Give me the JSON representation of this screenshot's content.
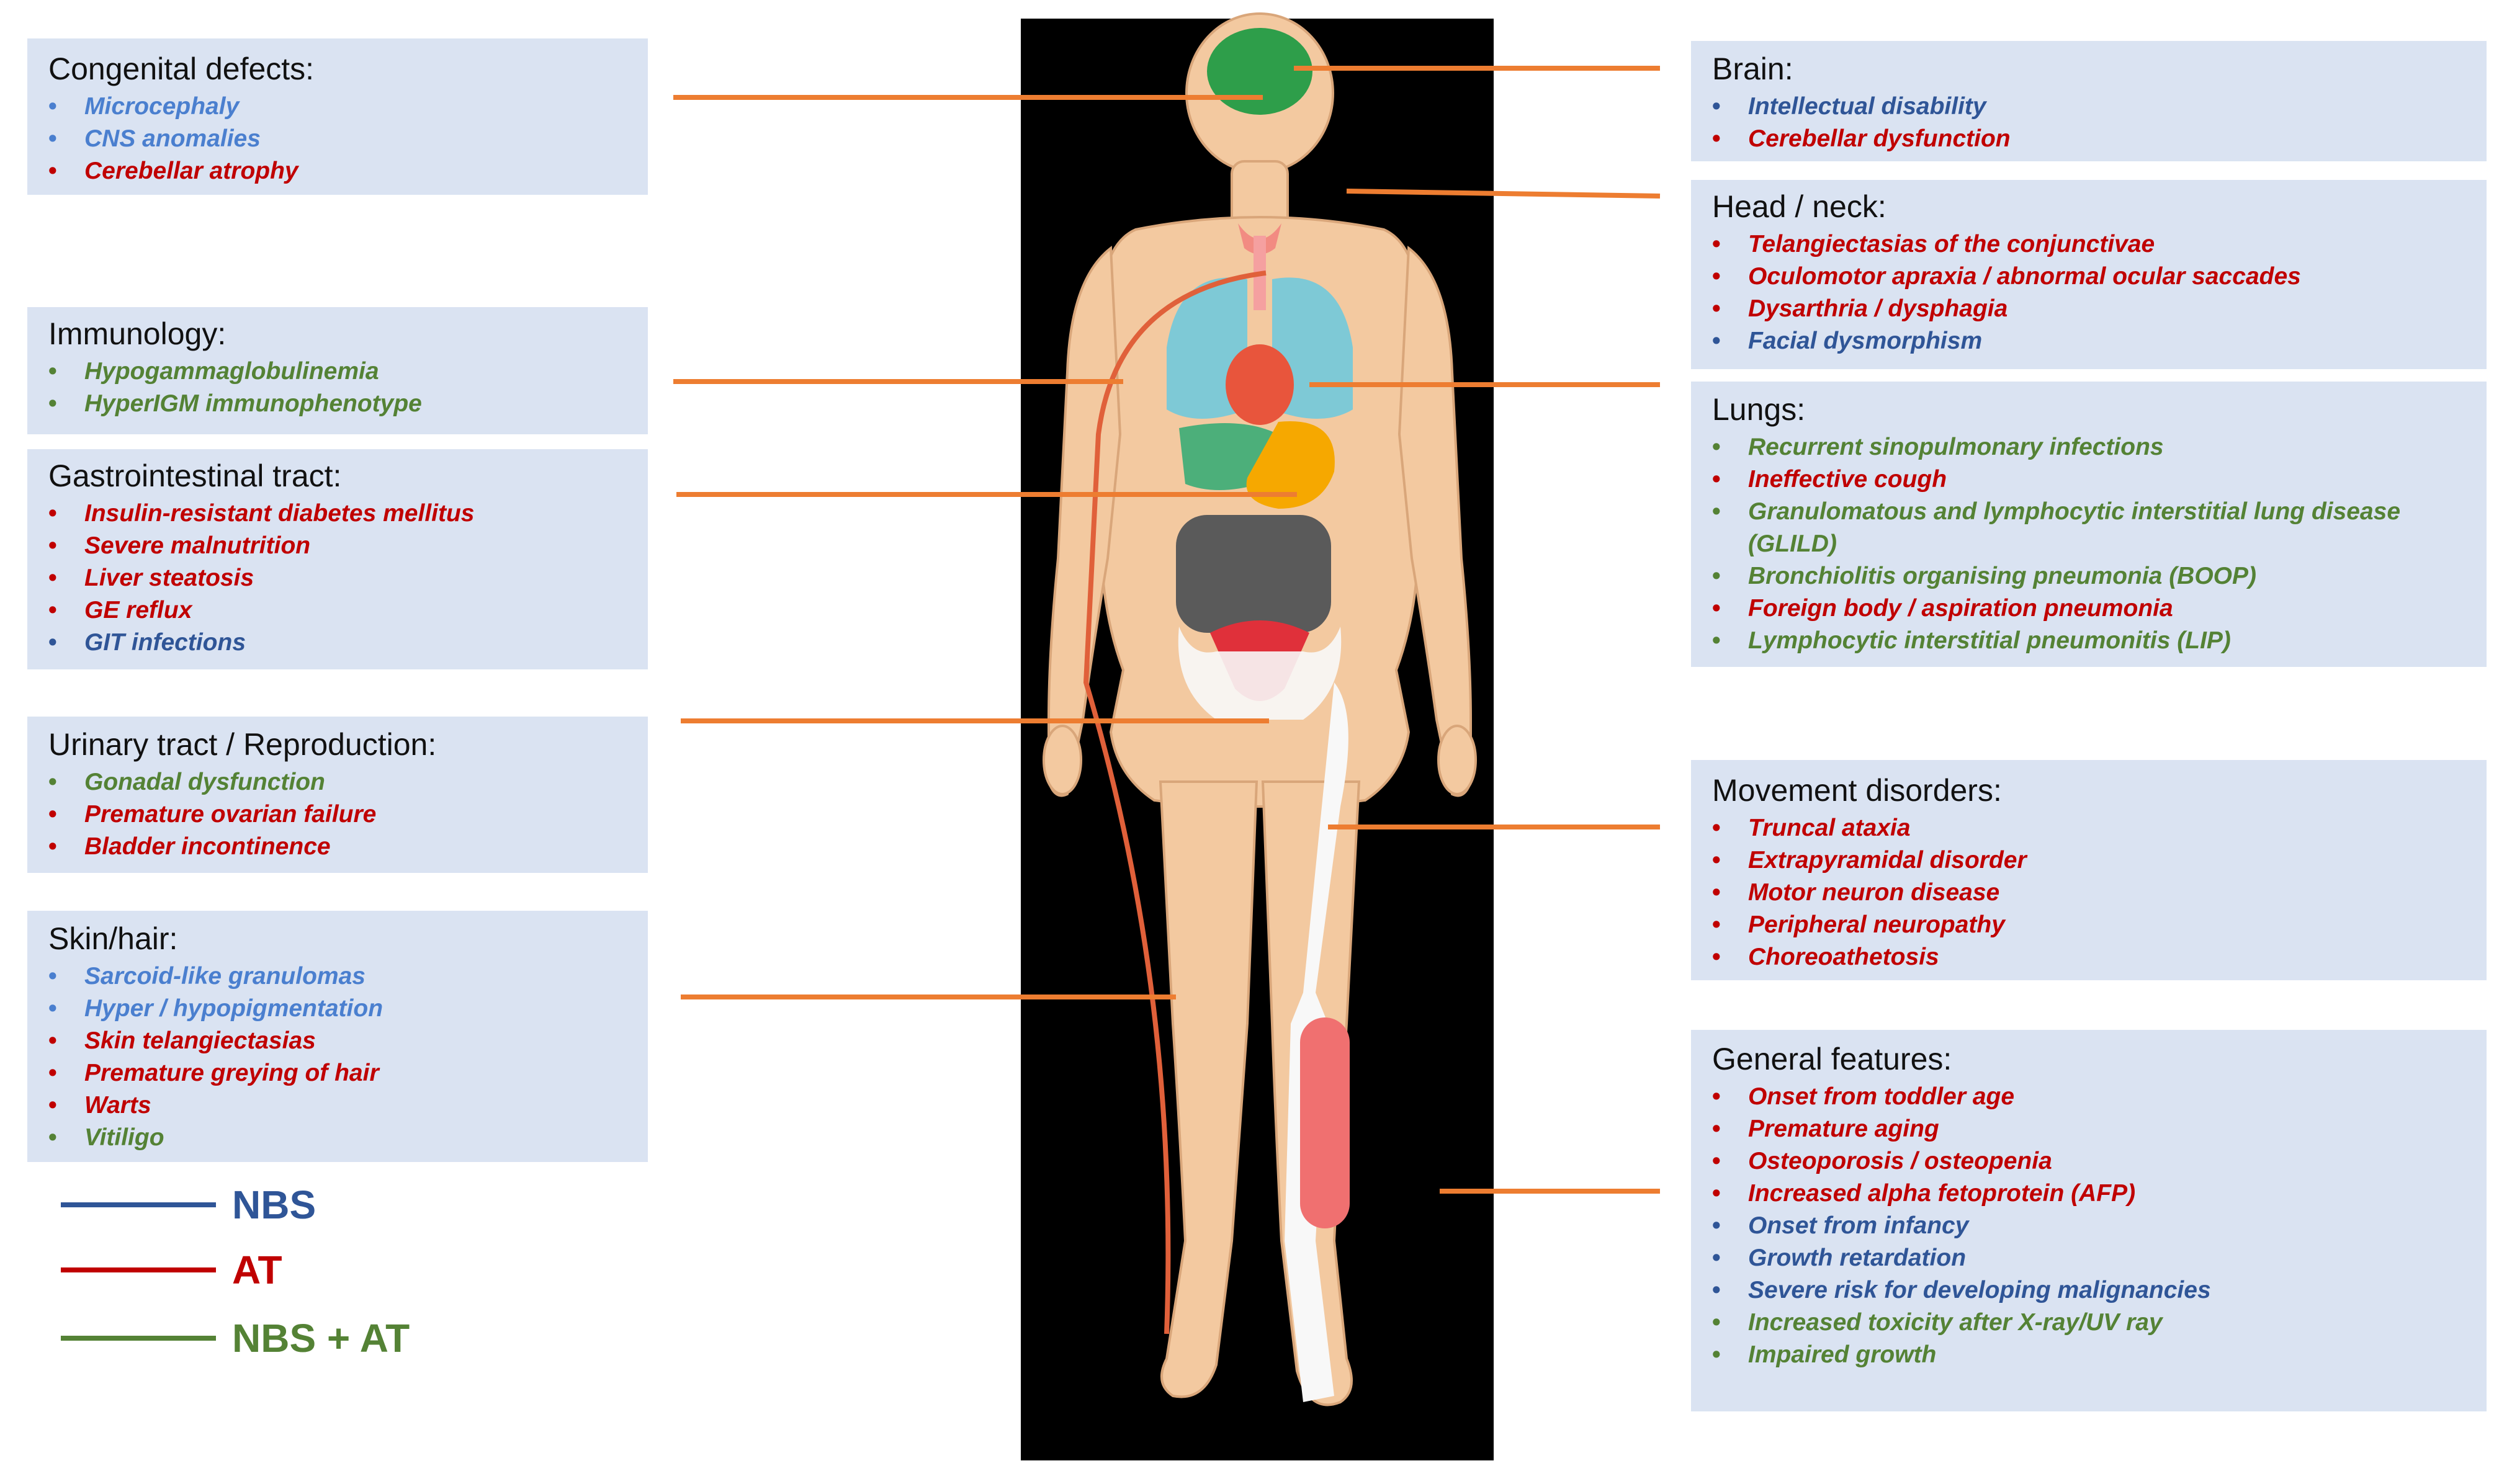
{
  "colors": {
    "nbs": "#2f5597",
    "nbs_light": "#4a7fcf",
    "at": "#c00000",
    "both": "#548235",
    "connector": "#ed7d31",
    "box_bg": "#dae3f2"
  },
  "boxes": {
    "congenital": {
      "title": "Congenital defects:",
      "items": [
        {
          "text": "Microcephaly",
          "group": "nbs"
        },
        {
          "text": "CNS anomalies",
          "group": "nbs"
        },
        {
          "text": "Cerebellar atrophy",
          "group": "at"
        }
      ]
    },
    "immunology": {
      "title": "Immunology:",
      "items": [
        {
          "text": "Hypogammaglobulinemia",
          "group": "both"
        },
        {
          "text": "HyperIGM immunophenotype",
          "group": "both"
        }
      ]
    },
    "gi": {
      "title": "Gastrointestinal  tract:",
      "items": [
        {
          "text": "Insulin-resistant diabetes mellitus",
          "group": "at"
        },
        {
          "text": "Severe malnutrition",
          "group": "at"
        },
        {
          "text": "Liver steatosis",
          "group": "at"
        },
        {
          "text": "GE reflux",
          "group": "at"
        },
        {
          "text": "GIT infections",
          "group": "nbs"
        }
      ]
    },
    "urinary": {
      "title": "Urinary tract  / Reproduction:",
      "items": [
        {
          "text": "Gonadal dysfunction",
          "group": "both"
        },
        {
          "text": "Premature ovarian failure",
          "group": "at"
        },
        {
          "text": "Bladder incontinence",
          "group": "at"
        }
      ]
    },
    "skin": {
      "title": "Skin/hair:",
      "items": [
        {
          "text": "Sarcoid-like granulomas",
          "group": "nbs"
        },
        {
          "text": "Hyper / hypopigmentation",
          "group": "nbs"
        },
        {
          "text": "Skin telangiectasias",
          "group": "at"
        },
        {
          "text": "Premature greying of hair",
          "group": "at"
        },
        {
          "text": "Warts",
          "group": "at"
        },
        {
          "text": "Vitiligo",
          "group": "both"
        }
      ]
    },
    "brain": {
      "title": "Brain:",
      "items": [
        {
          "text": "Intellectual  disability",
          "group": "nbs"
        },
        {
          "text": "Cerebellar dysfunction",
          "group": "at"
        }
      ]
    },
    "head": {
      "title": "Head / neck:",
      "items": [
        {
          "text": "Telangiectasias of the conjunctivae",
          "group": "at"
        },
        {
          "text": "Oculomotor  apraxia  / abnormal ocular saccades",
          "group": "at"
        },
        {
          "text": "Dysarthria  / dysphagia",
          "group": "at"
        },
        {
          "text": "Facial  dysmorphism",
          "group": "nbs"
        }
      ]
    },
    "lungs": {
      "title": "Lungs:",
      "items": [
        {
          "text": "Recurrent sinopulmonary infections",
          "group": "both"
        },
        {
          "text": "Ineffective cough",
          "group": "at"
        },
        {
          "text": "Granulomatous and lymphocytic interstitial lung disease (GLILD)",
          "group": "both"
        },
        {
          "text": "Bronchiolitis organising pneumonia  (BOOP)",
          "group": "both"
        },
        {
          "text": "Foreign body  / aspiration pneumonia",
          "group": "at"
        },
        {
          "text": "Lymphocytic interstitial pneumonitis  (LIP)",
          "group": "both"
        }
      ]
    },
    "movement": {
      "title": "Movement disorders:",
      "items": [
        {
          "text": "Truncal ataxia",
          "group": "at"
        },
        {
          "text": "Extrapyramidal disorder",
          "group": "at"
        },
        {
          "text": "Motor neuron disease",
          "group": "at"
        },
        {
          "text": "Peripheral neuropathy",
          "group": "at"
        },
        {
          "text": "Choreoathetosis",
          "group": "at"
        }
      ]
    },
    "general": {
      "title": "General features:",
      "items": [
        {
          "text": "Onset from toddler age",
          "group": "at"
        },
        {
          "text": "Premature aging",
          "group": "at"
        },
        {
          "text": "Osteoporosis  / osteopenia",
          "group": "at"
        },
        {
          "text": "Increased alpha fetoprotein  (AFP)",
          "group": "at"
        },
        {
          "text": "Onset from infancy",
          "group": "nbs"
        },
        {
          "text": "Growth retardation",
          "group": "nbs"
        },
        {
          "text": "Severe risk for developing malignancies",
          "group": "nbs"
        },
        {
          "text": "Increased toxicity after X-ray/UV ray",
          "group": "both"
        },
        {
          "text": "Impaired growth",
          "group": "both"
        }
      ]
    }
  },
  "legend": {
    "nbs": "NBS",
    "at": "AT",
    "both": "NBS + AT"
  }
}
